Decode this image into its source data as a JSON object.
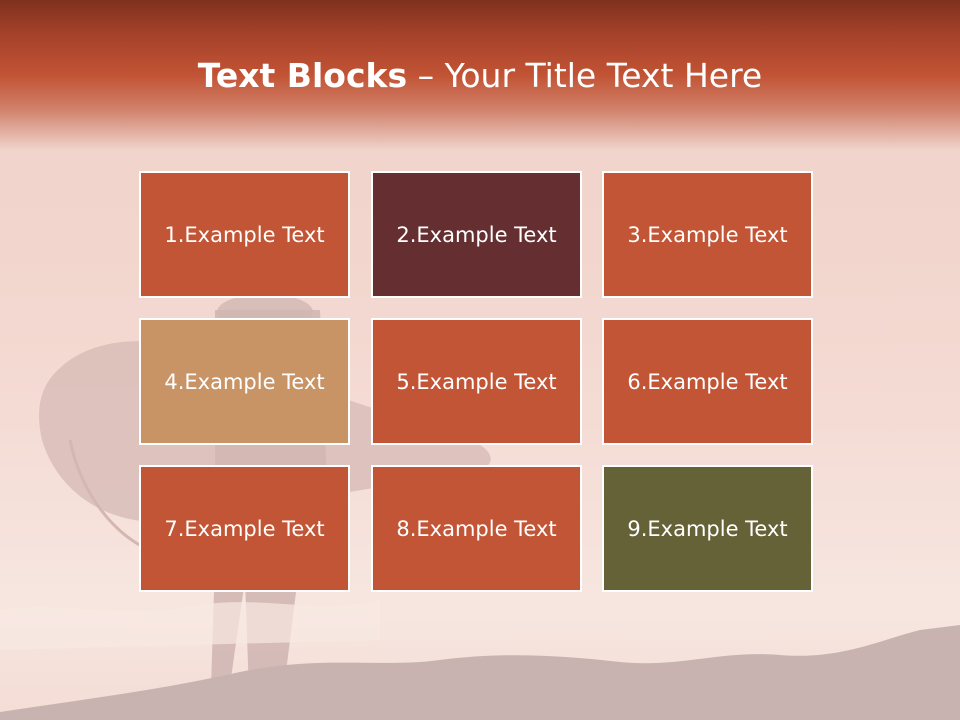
{
  "slide": {
    "title_bold": "Text Blocks",
    "title_sep": " – ",
    "title_rest": "Your Title Text Here",
    "blocks": [
      {
        "label": "1.Example Text",
        "color": "#c25535"
      },
      {
        "label": "2.Example Text",
        "color": "#652f31"
      },
      {
        "label": "3.Example Text",
        "color": "#c25535"
      },
      {
        "label": "4.Example Text",
        "color": "#c99465"
      },
      {
        "label": "5.Example Text",
        "color": "#c25535"
      },
      {
        "label": "6.Example Text",
        "color": "#c25535"
      },
      {
        "label": "7.Example Text",
        "color": "#c25535"
      },
      {
        "label": "8.Example Text",
        "color": "#c25535"
      },
      {
        "label": "9.Example Text",
        "color": "#656237"
      }
    ]
  }
}
